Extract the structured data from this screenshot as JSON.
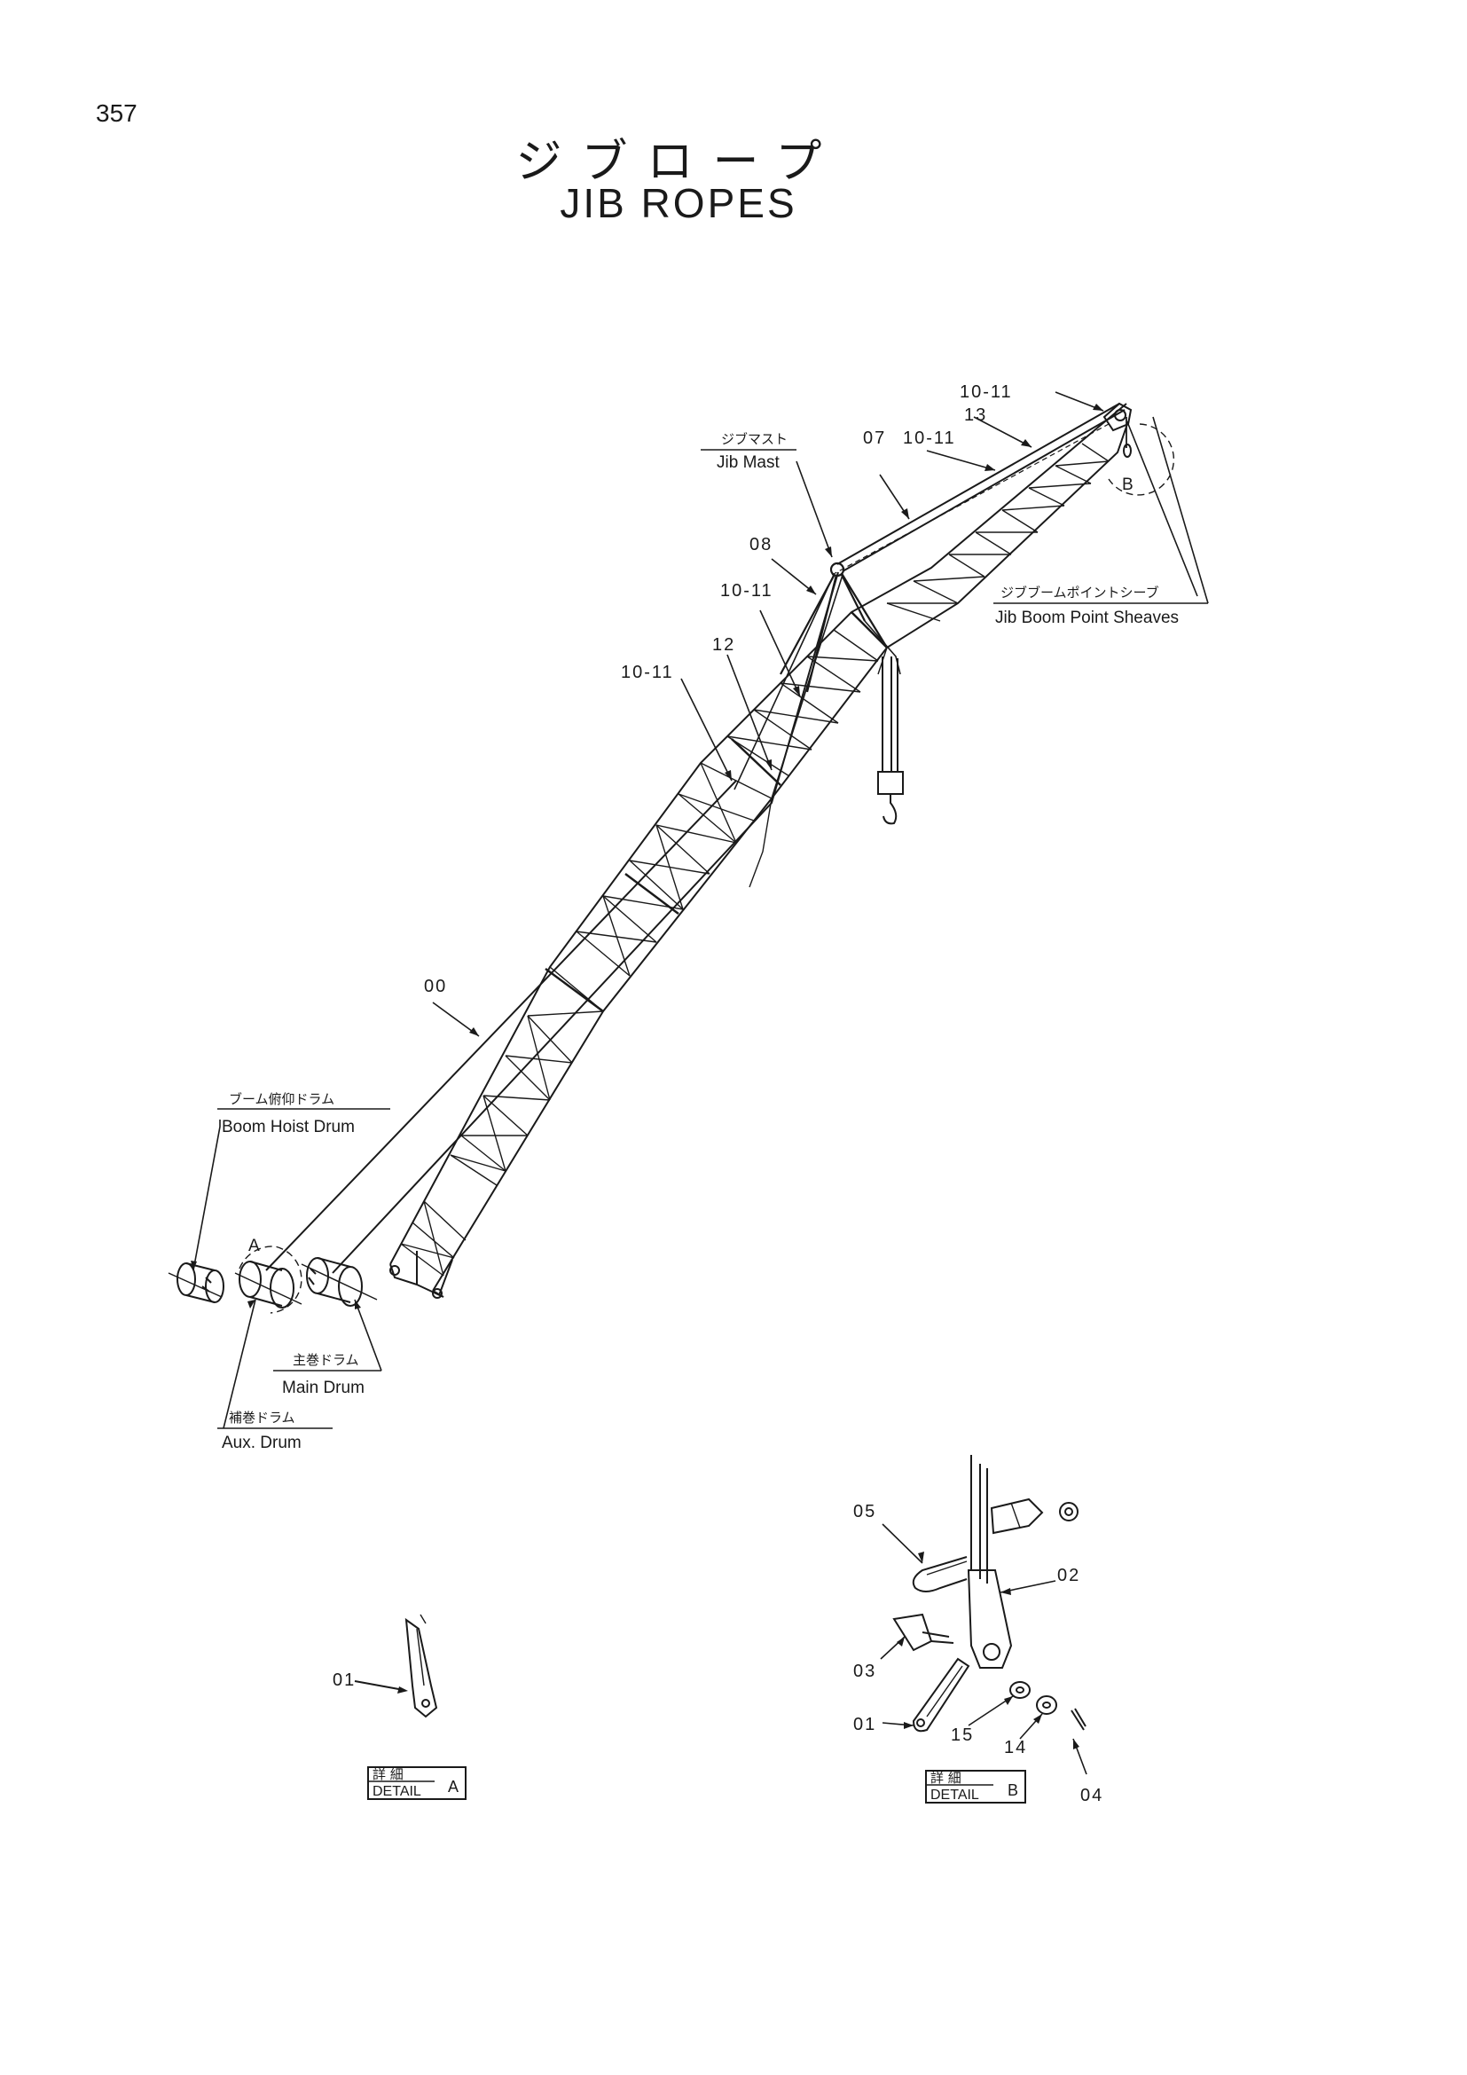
{
  "page_number": "357",
  "title_jp": "ジブロープ",
  "title_en": "JIB ROPES",
  "labels": {
    "jib_mast_jp": "ジブマスト",
    "jib_mast_en": "Jib Mast",
    "jib_boom_point_sheaves_jp": "ジブブームポイントシーブ",
    "jib_boom_point_sheaves_en": "Jib Boom Point Sheaves",
    "boom_hoist_drum_jp": "ブーム俯仰ドラム",
    "boom_hoist_drum_en": "Boom Hoist Drum",
    "main_drum_jp": "主巻ドラム",
    "main_drum_en": "Main Drum",
    "aux_drum_jp": "補巻ドラム",
    "aux_drum_en": "Aux. Drum",
    "circle_a": "A",
    "circle_b": "B"
  },
  "part_callouts": {
    "p10_11_top": "10-11",
    "p13": "13",
    "p07": "07",
    "p10_11_b": "10-11",
    "p08": "08",
    "p10_11_c": "10-11",
    "p12": "12",
    "p10_11_d": "10-11",
    "p00": "00"
  },
  "detail_a": {
    "box_jp": "詳 細",
    "box_en": "DETAIL",
    "letter": "A",
    "p01": "01"
  },
  "detail_b": {
    "box_jp": "詳 細",
    "box_en": "DETAIL",
    "letter": "B",
    "p05": "05",
    "p02": "02",
    "p03": "03",
    "p01": "01",
    "p15": "15",
    "p14": "14",
    "p04": "04"
  }
}
